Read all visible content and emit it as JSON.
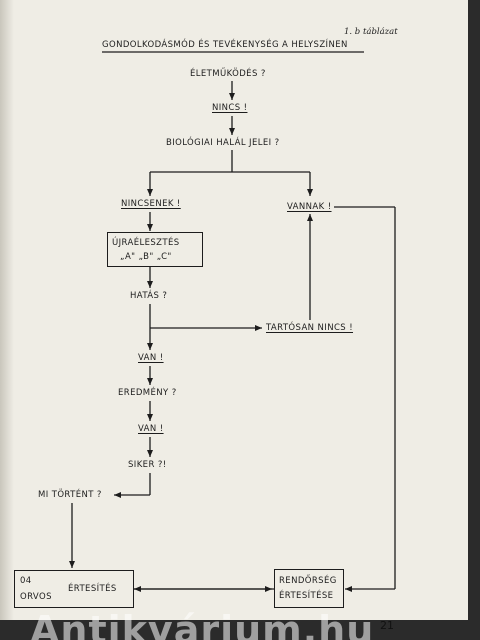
{
  "table_label": "1. b táblázat",
  "title": "GONDOLKODÁSMÓD ÉS TEVÉKENYSÉG A HELYSZÍNEN",
  "nodes": {
    "eletmukodes": "ÉLETMŰKÖDÉS ?",
    "nincs": "NINCS !",
    "biologiai": "BIOLÓGIAI HALÁL JELEI ?",
    "nincsenek": "NINCSENEK !",
    "vannak": "VANNAK !",
    "ujraelesztes_line1": "ÚJRAÉLESZTÉS",
    "ujraelesztes_line2": "„A\"  „B\"  „C\"",
    "hatas": "HATÁS ?",
    "tartosan_nincs": "TARTÓSAN NINCS !",
    "van_1": "VAN !",
    "eredmeny": "EREDMÉNY ?",
    "van_2": "VAN !",
    "siker": "SIKER ?!",
    "mi_tortent": "MI TÖRTÉNT ?",
    "orvos_code": "04",
    "orvos": "ORVOS",
    "ertesites": "ÉRTESÍTÉS",
    "rendorseg_line1": "RENDŐRSÉG",
    "rendorseg_line2": "ÉRTESÍTÉSE"
  },
  "page_number": "21",
  "watermark": "Antikvárium.hu"
}
